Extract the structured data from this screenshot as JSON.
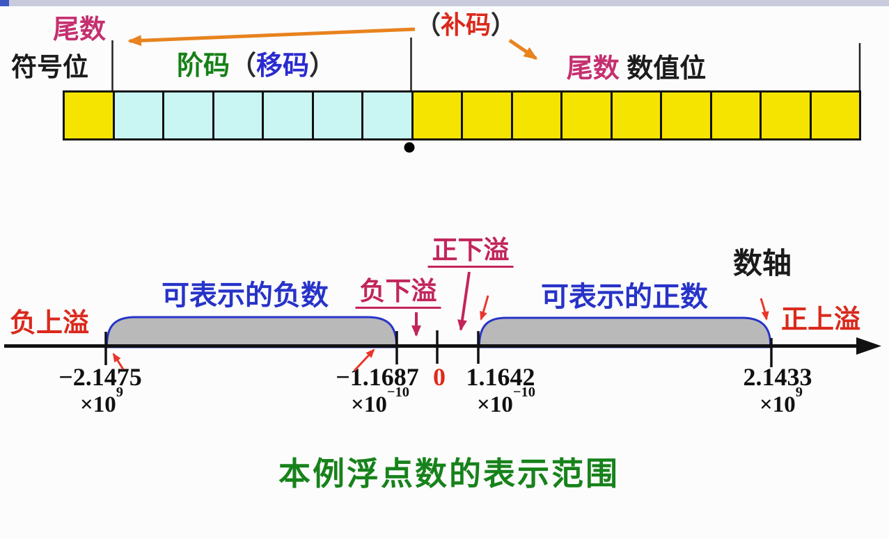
{
  "format_diagram": {
    "mantissa_pointer_label": "尾数",
    "sign_bit_label": "符号位",
    "exponent_field_label": {
      "name": "阶码",
      "paren_open": "（",
      "inner": "移码",
      "paren_close": "）"
    },
    "complement_label": {
      "paren_open": "（",
      "name": "补码",
      "paren_close": "）"
    },
    "mantissa_field_label": {
      "mantissa": "尾数",
      "value_bits": " 数值位"
    },
    "bit_cells": {
      "sign": 1,
      "exponent": 6,
      "mantissa": 9
    }
  },
  "number_line": {
    "neg_overflow": "负上溢",
    "neg_representable": "可表示的负数",
    "neg_underflow": "负下溢",
    "pos_underflow": "正下溢",
    "pos_representable": "可表示的正数",
    "pos_overflow": "正上溢",
    "axis_name": "数轴",
    "zero_label": "0",
    "bounds": {
      "neg_max": {
        "coef": "−2.1475",
        "base": "×10",
        "exp": "9"
      },
      "neg_min": {
        "coef": "−1.1687",
        "base": "×10",
        "exp": "−10"
      },
      "pos_min": {
        "coef": "1.1642",
        "base": "×10",
        "exp": "−10"
      },
      "pos_max": {
        "coef": "2.1433",
        "base": "×10",
        "exp": "9"
      }
    }
  },
  "caption": "本例浮点数的表示范围",
  "colors": {
    "bit_yellow": "#f5e400",
    "bit_cyan": "#c9f6f3",
    "cell_border": "#111111",
    "range_fill": "#b9b9b9",
    "range_border": "#2733c8",
    "overflow_red": "#da291c",
    "underflow_crimson": "#c2255c",
    "label_magenta": "#c5306f",
    "exponent_green": "#168016",
    "shift_code_blue": "#2a2ad0",
    "title_green": "#17821b",
    "arrow_orange": "#e8831f",
    "axis_black": "#111111"
  }
}
